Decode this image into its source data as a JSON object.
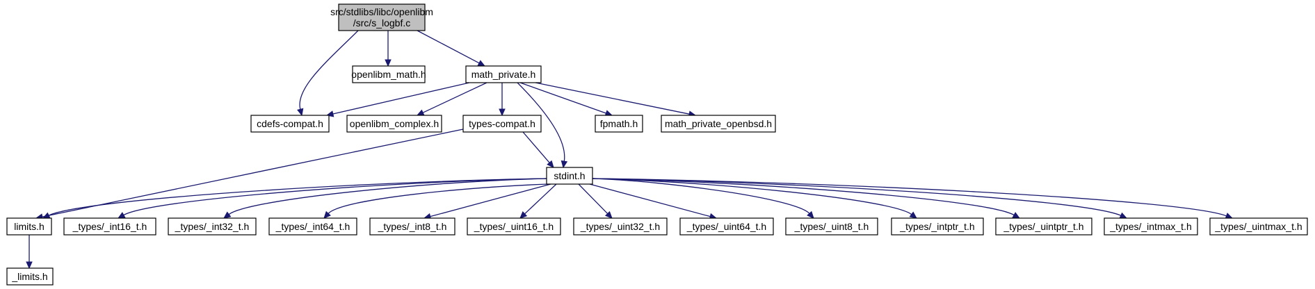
{
  "diagram": {
    "nodes": [
      {
        "id": "root",
        "lines": [
          "src/stdlibs/libc/openlibm",
          "/src/s_logbf.c"
        ],
        "fill": "#bfbfbf"
      },
      {
        "id": "openlibm_math",
        "lines": [
          "openlibm_math.h"
        ],
        "fill": "#ffffff"
      },
      {
        "id": "math_private",
        "lines": [
          "math_private.h"
        ],
        "fill": "#ffffff"
      },
      {
        "id": "cdefs_compat",
        "lines": [
          "cdefs-compat.h"
        ],
        "fill": "#ffffff"
      },
      {
        "id": "openlibm_complex",
        "lines": [
          "openlibm_complex.h"
        ],
        "fill": "#ffffff"
      },
      {
        "id": "types_compat",
        "lines": [
          "types-compat.h"
        ],
        "fill": "#ffffff"
      },
      {
        "id": "fpmath",
        "lines": [
          "fpmath.h"
        ],
        "fill": "#ffffff"
      },
      {
        "id": "math_private_openbsd",
        "lines": [
          "math_private_openbsd.h"
        ],
        "fill": "#ffffff"
      },
      {
        "id": "stdint",
        "lines": [
          "stdint.h"
        ],
        "fill": "#ffffff"
      },
      {
        "id": "limits",
        "lines": [
          "limits.h"
        ],
        "fill": "#ffffff"
      },
      {
        "id": "int16",
        "lines": [
          "_types/_int16_t.h"
        ],
        "fill": "#ffffff"
      },
      {
        "id": "int32",
        "lines": [
          "_types/_int32_t.h"
        ],
        "fill": "#ffffff"
      },
      {
        "id": "int64",
        "lines": [
          "_types/_int64_t.h"
        ],
        "fill": "#ffffff"
      },
      {
        "id": "int8",
        "lines": [
          "_types/_int8_t.h"
        ],
        "fill": "#ffffff"
      },
      {
        "id": "uint16",
        "lines": [
          "_types/_uint16_t.h"
        ],
        "fill": "#ffffff"
      },
      {
        "id": "uint32",
        "lines": [
          "_types/_uint32_t.h"
        ],
        "fill": "#ffffff"
      },
      {
        "id": "uint64",
        "lines": [
          "_types/_uint64_t.h"
        ],
        "fill": "#ffffff"
      },
      {
        "id": "uint8",
        "lines": [
          "_types/_uint8_t.h"
        ],
        "fill": "#ffffff"
      },
      {
        "id": "intptr",
        "lines": [
          "_types/_intptr_t.h"
        ],
        "fill": "#ffffff"
      },
      {
        "id": "uintptr",
        "lines": [
          "_types/_uintptr_t.h"
        ],
        "fill": "#ffffff"
      },
      {
        "id": "intmax",
        "lines": [
          "_types/_intmax_t.h"
        ],
        "fill": "#ffffff"
      },
      {
        "id": "uintmax",
        "lines": [
          "_types/_uintmax_t.h"
        ],
        "fill": "#ffffff"
      },
      {
        "id": "limits_impl",
        "lines": [
          "_limits.h"
        ],
        "fill": "#ffffff"
      }
    ],
    "edges": [
      {
        "from": "root",
        "to": "cdefs_compat"
      },
      {
        "from": "root",
        "to": "openlibm_math"
      },
      {
        "from": "root",
        "to": "math_private"
      },
      {
        "from": "math_private",
        "to": "cdefs_compat"
      },
      {
        "from": "math_private",
        "to": "openlibm_complex"
      },
      {
        "from": "math_private",
        "to": "types_compat"
      },
      {
        "from": "math_private",
        "to": "stdint"
      },
      {
        "from": "math_private",
        "to": "fpmath"
      },
      {
        "from": "math_private",
        "to": "math_private_openbsd"
      },
      {
        "from": "types_compat",
        "to": "limits"
      },
      {
        "from": "types_compat",
        "to": "stdint"
      },
      {
        "from": "stdint",
        "to": "limits"
      },
      {
        "from": "stdint",
        "to": "int16"
      },
      {
        "from": "stdint",
        "to": "int32"
      },
      {
        "from": "stdint",
        "to": "int64"
      },
      {
        "from": "stdint",
        "to": "int8"
      },
      {
        "from": "stdint",
        "to": "uint16"
      },
      {
        "from": "stdint",
        "to": "uint32"
      },
      {
        "from": "stdint",
        "to": "uint64"
      },
      {
        "from": "stdint",
        "to": "uint8"
      },
      {
        "from": "stdint",
        "to": "intptr"
      },
      {
        "from": "stdint",
        "to": "uintptr"
      },
      {
        "from": "stdint",
        "to": "intmax"
      },
      {
        "from": "stdint",
        "to": "uintmax"
      },
      {
        "from": "limits",
        "to": "limits_impl"
      }
    ],
    "colors": {
      "edge": "#191970",
      "border": "#000000",
      "root_fill": "#bfbfbf",
      "node_fill": "#ffffff"
    }
  }
}
